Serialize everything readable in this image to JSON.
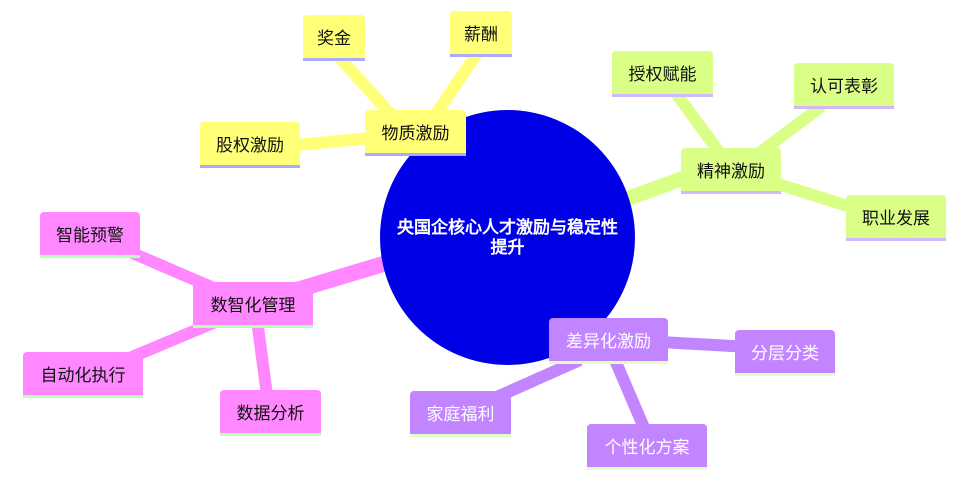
{
  "root": {
    "label": "央国企核心人才激励与稳定性提升",
    "color": "#0000e6"
  },
  "branches": [
    {
      "label": "物质激励",
      "color": "#ffff78",
      "children": [
        "奖金",
        "薪酬",
        "股权激励"
      ]
    },
    {
      "label": "精神激励",
      "color": "#d9ff87",
      "children": [
        "授权赋能",
        "认可表彰",
        "职业发展"
      ]
    },
    {
      "label": "数智化管理",
      "color": "#ff87ff",
      "children": [
        "智能预警",
        "自动化执行",
        "数据分析"
      ]
    },
    {
      "label": "差异化激励",
      "color": "#c285ff",
      "children": [
        "分层分类",
        "家庭福利",
        "个性化方案"
      ]
    }
  ]
}
